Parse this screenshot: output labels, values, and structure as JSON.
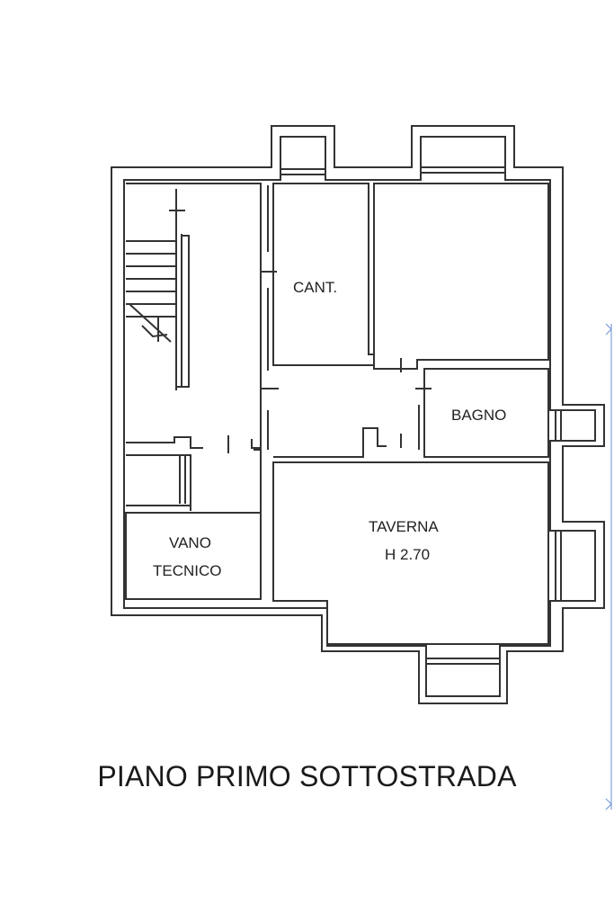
{
  "rooms": {
    "cantina": "CANT.",
    "bagno": "BAGNO",
    "taverna": "TAVERNA",
    "taverna_height": "H 2.70",
    "vano_line1": "VANO",
    "vano_line2": "TECNICO"
  },
  "caption": "PIANO PRIMO SOTTOSTRADA",
  "colors": {
    "wall": "#333333",
    "edge": "#6a8fd6"
  }
}
